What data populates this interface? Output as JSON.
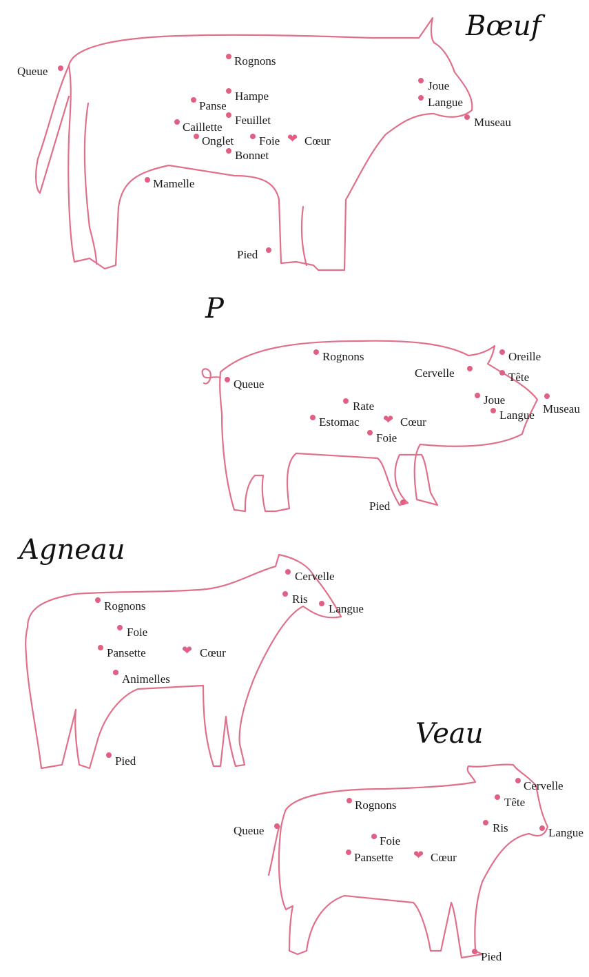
{
  "colors": {
    "outline": "#e0708a",
    "dot": "#e25f84",
    "text": "#1a1a1a"
  },
  "animals": {
    "boeuf": {
      "title": "Bœuf",
      "labels": {
        "queue": "Queue",
        "rognons": "Rognons",
        "hampe": "Hampe",
        "panse": "Panse",
        "feuillet": "Feuillet",
        "caillette": "Caillette",
        "onglet": "Onglet",
        "foie": "Foie",
        "coeur": "Cœur",
        "bonnet": "Bonnet",
        "mamelle": "Mamelle",
        "joue": "Joue",
        "langue": "Langue",
        "museau": "Museau",
        "pied": "Pied"
      }
    },
    "porc": {
      "title": "P",
      "labels": {
        "rognons": "Rognons",
        "oreille": "Oreille",
        "cervelle": "Cervelle",
        "tete": "Tête",
        "queue": "Queue",
        "rate": "Rate",
        "joue": "Joue",
        "langue": "Langue",
        "museau": "Museau",
        "estomac": "Estomac",
        "coeur": "Cœur",
        "foie": "Foie",
        "pied": "Pied"
      }
    },
    "agneau": {
      "title": "Agneau",
      "labels": {
        "cervelle": "Cervelle",
        "ris": "Ris",
        "langue": "Langue",
        "rognons": "Rognons",
        "foie": "Foie",
        "pansette": "Pansette",
        "coeur": "Cœur",
        "animelles": "Animelles",
        "pied": "Pied"
      }
    },
    "veau": {
      "title": "Veau",
      "labels": {
        "cervelle": "Cervelle",
        "tete": "Tête",
        "rognons": "Rognons",
        "queue": "Queue",
        "ris": "Ris",
        "langue": "Langue",
        "foie": "Foie",
        "pansette": "Pansette",
        "coeur": "Cœur",
        "pied": "Pied"
      }
    }
  }
}
